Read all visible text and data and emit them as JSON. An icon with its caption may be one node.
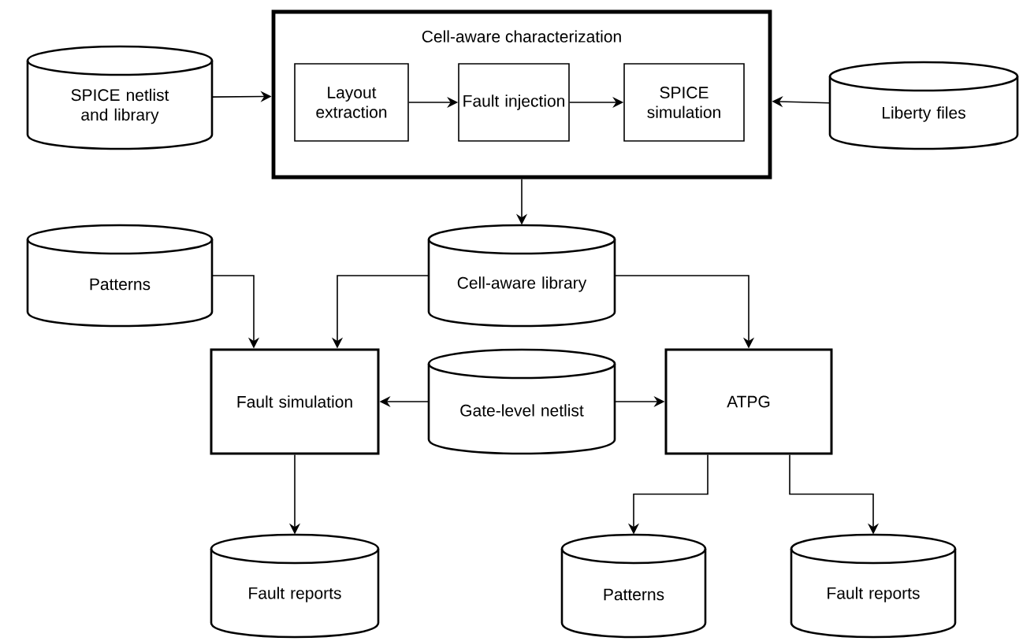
{
  "diagram": {
    "nodes": [
      {
        "text": [
          "SPICE netlist and library"
        ]
      },
      {
        "text": [
          "Cell-aware characterization"
        ]
      },
      {
        "text": [
          "Layout extraction"
        ],
        "in": 1
      },
      {
        "text": [
          "Fault injection"
        ],
        "in": 1
      },
      {
        "text": [
          "SPICE simulation"
        ],
        "in": 1
      },
      {
        "text": [
          "Liberty files"
        ]
      },
      {
        "text": [
          "Patterns"
        ]
      },
      {
        "text": [
          "Cell-aware library"
        ]
      },
      {
        "text": [
          "Fault simulation"
        ]
      },
      {
        "text": [
          "Gate-level netlist"
        ]
      },
      {
        "text": [
          "ATPG"
        ]
      },
      {
        "text": [
          "Fault reports"
        ]
      },
      {
        "text": [
          "Patterns"
        ]
      },
      {
        "text": [
          "Fault reports"
        ]
      }
    ],
    "edges": [
      {
        "from": 0,
        "to": 1,
        "arrow": "to"
      },
      {
        "from": 5,
        "to": 1,
        "arrow": "to"
      },
      {
        "from": 2,
        "to": 3,
        "arrow": "to"
      },
      {
        "from": 3,
        "to": 4,
        "arrow": "to"
      },
      {
        "from": 1,
        "to": 7,
        "arrow": "to"
      },
      {
        "from": 6,
        "to": 8,
        "arrow": "to"
      },
      {
        "from": 7,
        "to": 8,
        "arrow": "to"
      },
      {
        "from": 7,
        "to": 10,
        "arrow": "to"
      },
      {
        "from": 9,
        "to": 8,
        "arrow": "to"
      },
      {
        "from": 9,
        "to": 10,
        "arrow": "to"
      },
      {
        "from": 8,
        "to": 11,
        "arrow": "to"
      },
      {
        "from": 10,
        "to": 12,
        "arrow": "to"
      },
      {
        "from": 10,
        "to": 13,
        "arrow": "to"
      }
    ]
  }
}
